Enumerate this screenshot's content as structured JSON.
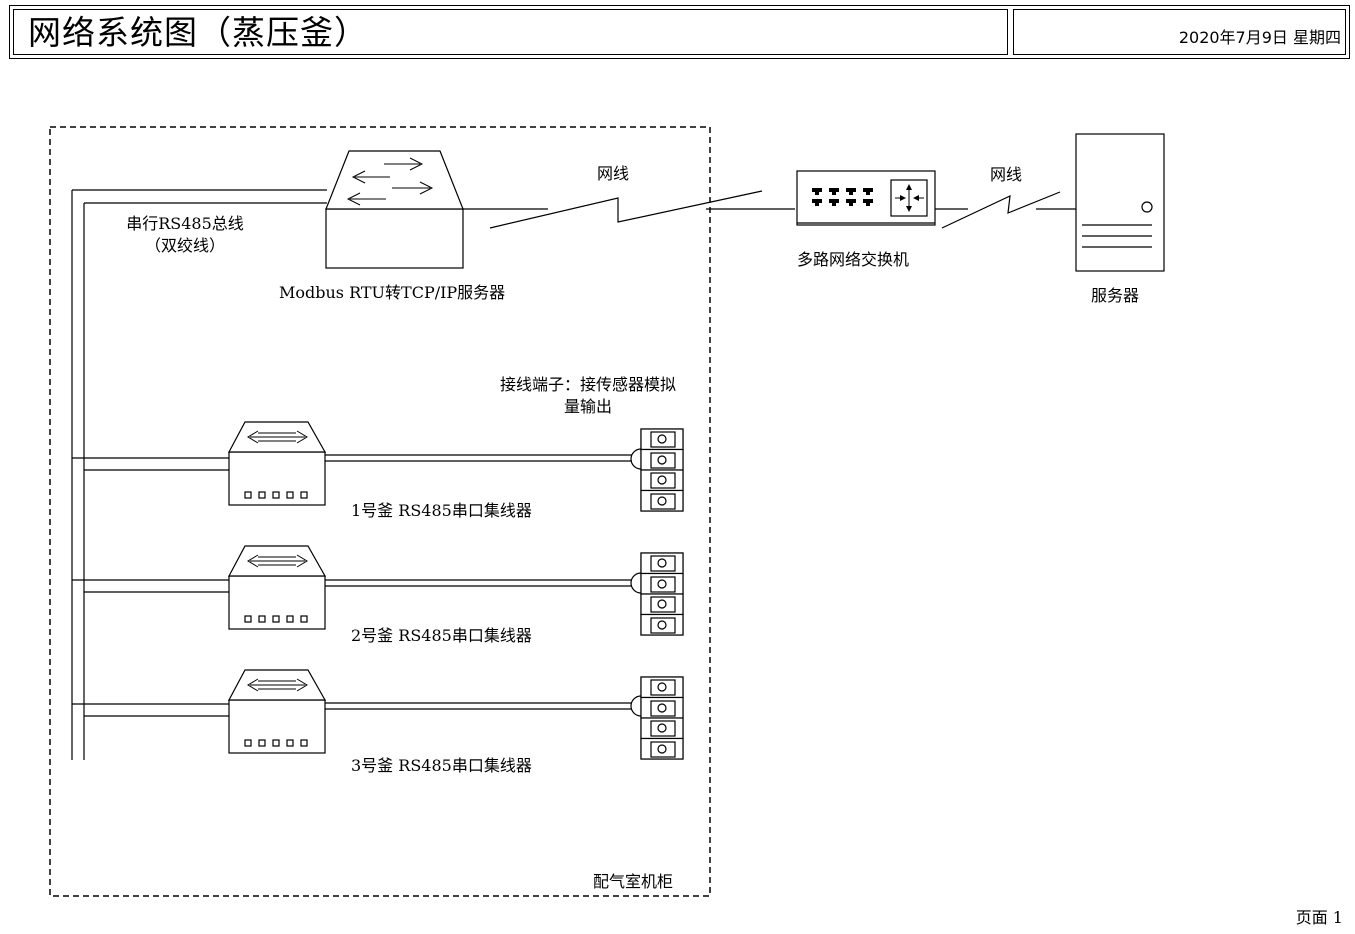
{
  "header": {
    "title": "网络系统图（蒸压釜）",
    "date": "2020年7月9日 星期四"
  },
  "diagram": {
    "cabinet_label": "配气室机柜",
    "bus_label_line1": "串行RS485总线",
    "bus_label_line2": "（双绞线）",
    "gateway_label": "Modbus RTU转TCP/IP服务器",
    "link_label_1": "网线",
    "link_label_2": "网线",
    "switch_label": "多路网络交换机",
    "server_label": "服务器",
    "terminal_label_line1": "接线端子：接传感器模拟",
    "terminal_label_line2": "量输出",
    "hubs": [
      {
        "label": "1号釜 RS485串口集线器"
      },
      {
        "label": "2号釜 RS485串口集线器"
      },
      {
        "label": "3号釜 RS485串口集线器"
      }
    ]
  },
  "icons": [
    "ethernet-switch-icon",
    "router-icon",
    "server-tower-icon",
    "serial-hub-icon",
    "terminal-block-icon",
    "lightning-link-icon"
  ],
  "footer": {
    "page_label": "页面 1"
  }
}
